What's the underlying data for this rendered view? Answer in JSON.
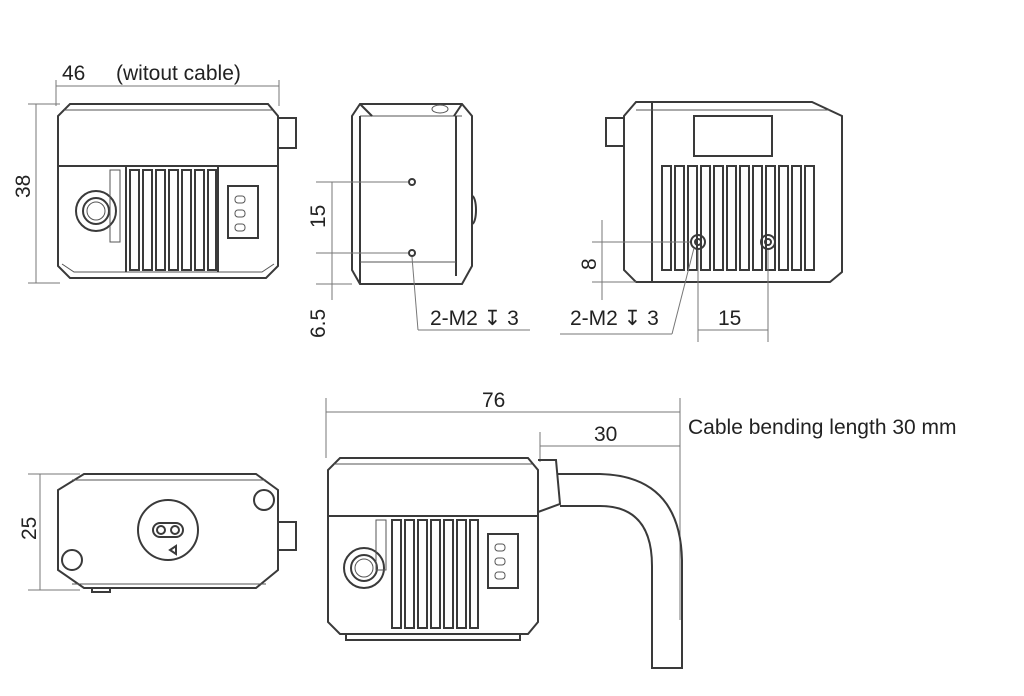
{
  "front_view": {
    "width_label": "46",
    "width_note": "(witout cable)",
    "height_label": "38"
  },
  "side_view": {
    "hole_spacing_label": "15",
    "bottom_offset_label": "6.5",
    "hole_callout": "2-M2 ↧ 3"
  },
  "back_view": {
    "hole_height_label": "8",
    "hole_spacing_label": "15",
    "hole_callout": "2-M2 ↧ 3"
  },
  "top_view": {
    "depth_label": "25"
  },
  "cable_view": {
    "overall_length_label": "76",
    "cable_offset_label": "30",
    "cable_note": "Cable bending length 30 mm"
  },
  "icons": [
    "lens-icon",
    "led-icon",
    "mount-hole-icon",
    "connector-icon"
  ]
}
